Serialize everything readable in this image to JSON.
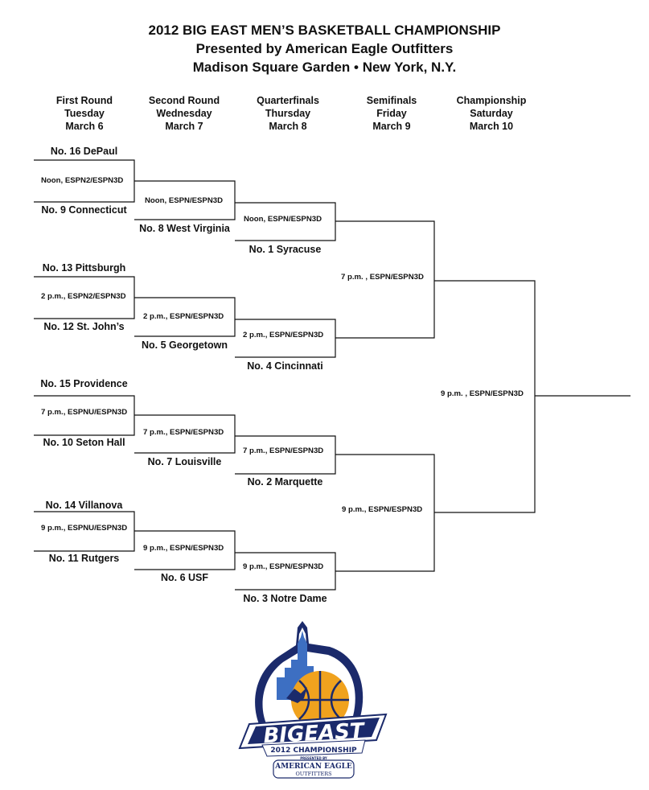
{
  "header": {
    "line1": "2012 BIG EAST MEN’S BASKETBALL CHAMPIONSHIP",
    "line2": "Presented by American Eagle Outfitters",
    "line3": "Madison Square Garden • New York, N.Y."
  },
  "rounds": [
    {
      "name": "First Round",
      "day": "Tuesday",
      "date": "March 6"
    },
    {
      "name": "Second Round",
      "day": "Wednesday",
      "date": "March 7"
    },
    {
      "name": "Quarterfinals",
      "day": "Thursday",
      "date": "March 8"
    },
    {
      "name": "Semifinals",
      "day": "Friday",
      "date": "March 9"
    },
    {
      "name": "Championship",
      "day": "Saturday",
      "date": "March 10"
    }
  ],
  "teams": {
    "r1": [
      "No. 16 DePaul",
      "No. 9 Connecticut",
      "No. 13 Pittsburgh",
      "No. 12 St. John’s",
      "No. 15 Providence",
      "No. 10 Seton Hall",
      "No. 14 Villanova",
      "No. 11 Rutgers"
    ],
    "r2": [
      "No. 8 West Virginia",
      "No. 5 Georgetown",
      "No. 7 Louisville",
      "No. 6 USF"
    ],
    "r3": [
      "No. 1 Syracuse",
      "No. 4 Cincinnati",
      "No. 2 Marquette",
      "No. 3 Notre Dame"
    ]
  },
  "games": {
    "r1": [
      "Noon, ESPN2/ESPN3D",
      "2 p.m., ESPN2/ESPN3D",
      "7 p.m., ESPNU/ESPN3D",
      "9 p.m., ESPNU/ESPN3D"
    ],
    "r2": [
      "Noon, ESPN/ESPN3D",
      "2 p.m., ESPN/ESPN3D",
      "7 p.m., ESPN/ESPN3D",
      "9 p.m., ESPN/ESPN3D"
    ],
    "qf": [
      "Noon, ESPN/ESPN3D",
      "2 p.m., ESPN/ESPN3D",
      "7 p.m., ESPN/ESPN3D",
      "9 p.m., ESPN/ESPN3D"
    ],
    "sf": [
      "7 p.m. , ESPN/ESPN3D",
      "9 p.m., ESPN/ESPN3D"
    ],
    "final": "9 p.m. , ESPN/ESPN3D"
  },
  "logo": {
    "wordmark": "BIGEAST",
    "subtitle": "2012 CHAMPIONSHIP",
    "presented": "PRESENTED BY",
    "sponsor_line1": "AMERICAN EAGLE",
    "sponsor_line2": "OUTFITTERS",
    "colors": {
      "navy": "#1b2a6b",
      "orange": "#f0a21e",
      "gold": "#e8b23a",
      "blue": "#3d6fc2",
      "white": "#ffffff"
    }
  }
}
